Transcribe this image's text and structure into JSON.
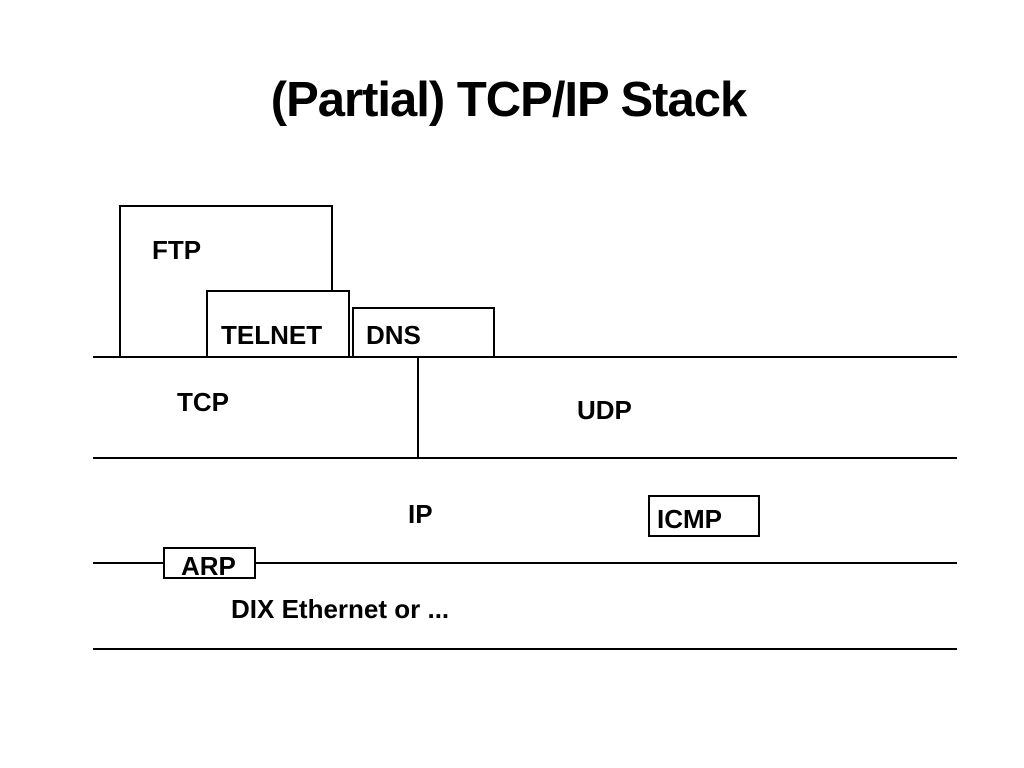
{
  "title": "(Partial) TCP/IP Stack",
  "diagram": {
    "application_layer": {
      "ftp": "FTP",
      "telnet": "TELNET",
      "dns": "DNS"
    },
    "transport_layer": {
      "tcp": "TCP",
      "udp": "UDP"
    },
    "network_layer": {
      "ip": "IP",
      "icmp": "ICMP",
      "arp": "ARP"
    },
    "link_layer": {
      "ethernet": "DIX Ethernet or ..."
    }
  },
  "colors": {
    "background": "#ffffff",
    "stroke": "#000000",
    "text": "#000000"
  }
}
